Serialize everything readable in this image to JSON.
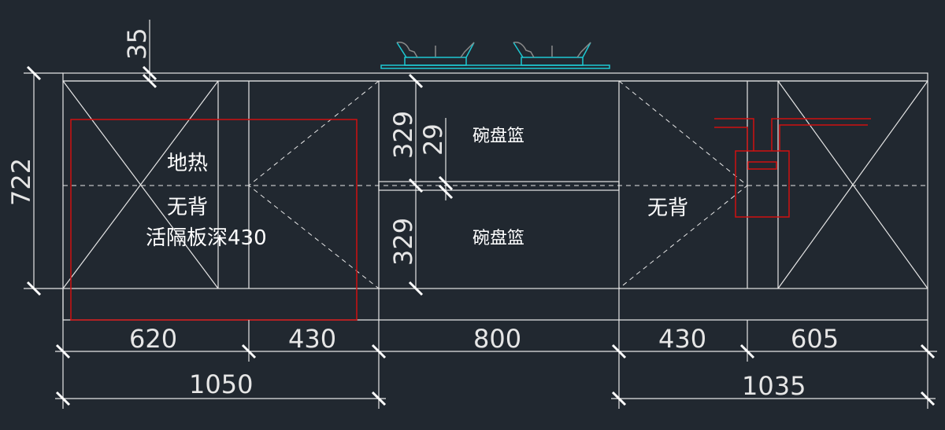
{
  "colors": {
    "background": "#212830",
    "lines": "#e6e6e6",
    "pipes": "#d01010",
    "stove": "#1ec8d2"
  },
  "labels": {
    "floor_heating": "地热",
    "no_back_left": "无背",
    "movable_shelf": "活隔板深430",
    "basket_top": "碗盘篮",
    "basket_bottom": "碗盘篮",
    "no_back_right": "无背"
  },
  "dimensions": {
    "height_total": "722",
    "top_thickness": "35",
    "upper_basket": "329",
    "shelf_gap": "29",
    "lower_basket": "329",
    "w1": "620",
    "w2": "430",
    "w3": "800",
    "w4": "430",
    "w5": "605",
    "sum_left": "1050",
    "sum_right": "1035"
  }
}
